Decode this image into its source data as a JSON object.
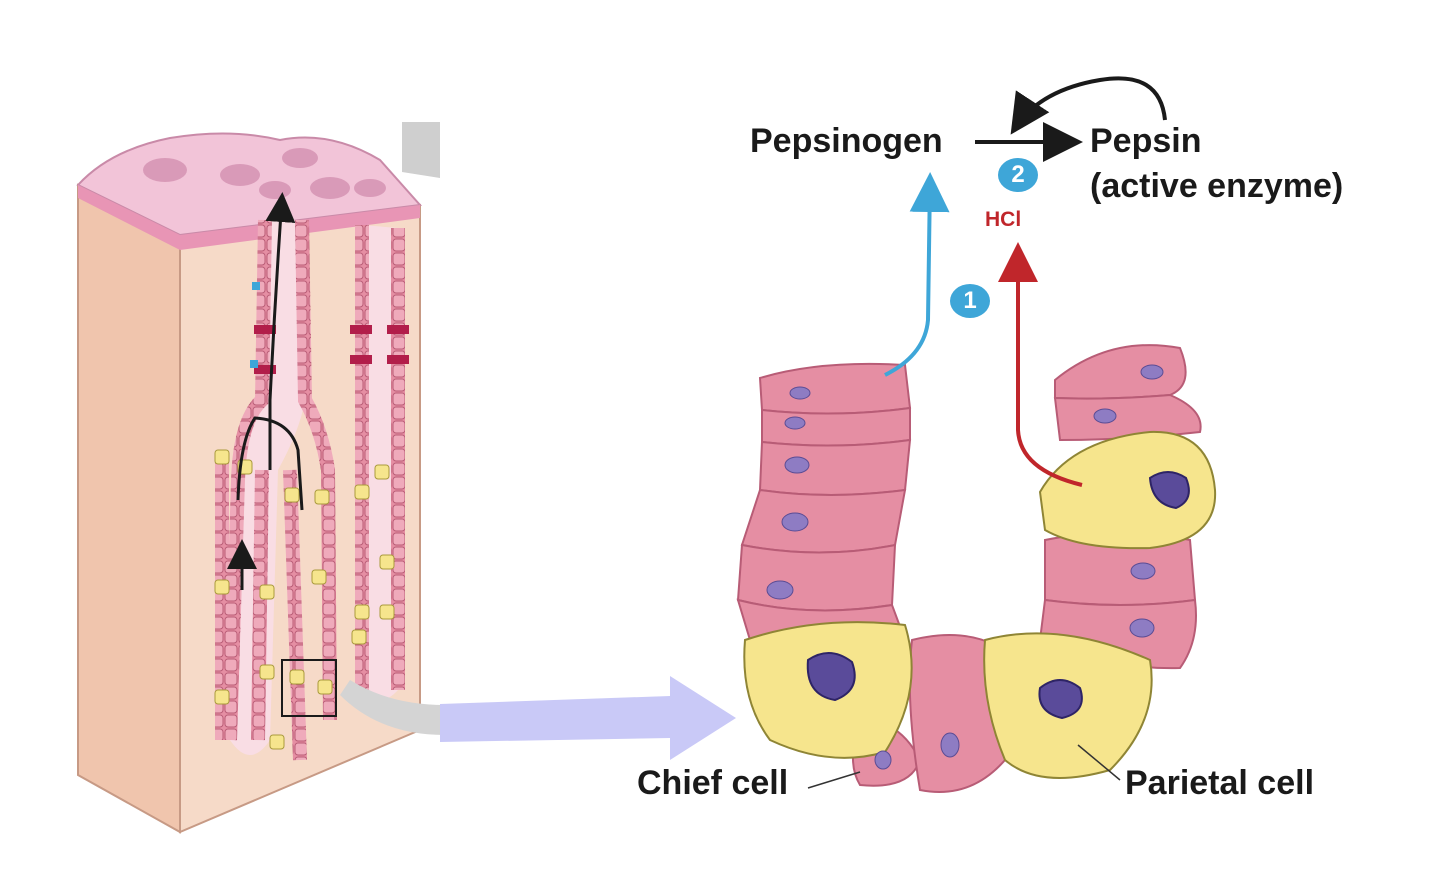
{
  "labels": {
    "pepsinogen": "Pepsinogen",
    "pepsin": "Pepsin",
    "pepsin_note": "(active enzyme)",
    "hcl": "HCl",
    "chief_cell": "Chief cell",
    "parietal_cell": "Parietal cell"
  },
  "steps": {
    "step1": "1",
    "step2": "2"
  },
  "colors": {
    "epithelium_pink": "#e58ea3",
    "parietal_yellow": "#f6e58d",
    "nucleus_purple": "#8e7cc3",
    "secretion_blue": "#3ea6d8",
    "hcl_red": "#c0262b",
    "tissue_tan": "#f3d4bf",
    "callout_arrow": "#c9c9f7"
  }
}
